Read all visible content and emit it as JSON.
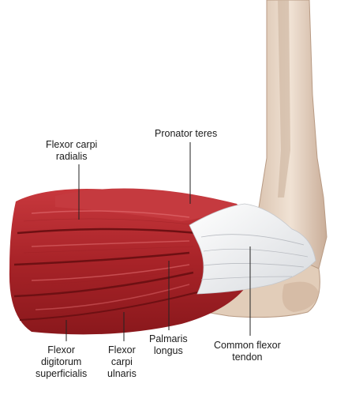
{
  "labels": {
    "flexor_carpi_radialis": [
      "Flexor carpi",
      "radialis"
    ],
    "pronator_teres": [
      "Pronator teres"
    ],
    "flexor_digitorum_superficialis": [
      "Flexor",
      "digitorum",
      "superficialis"
    ],
    "flexor_carpi_ulnaris": [
      "Flexor",
      "carpi",
      "ulnaris"
    ],
    "palmaris_longus": [
      "Palmaris",
      "longus"
    ],
    "common_flexor_tendon": [
      "Common flexor",
      "tendon"
    ]
  },
  "colors": {
    "muscle": "#b52a2f",
    "muscle_dark": "#7e1418",
    "muscle_light": "#d85a5e",
    "tendon": "#f4f4f4",
    "tendon_shadow": "#c9ccd1",
    "bone": "#e6d3c2",
    "bone_shadow": "#c9ad98",
    "leader_line": "#222222"
  }
}
